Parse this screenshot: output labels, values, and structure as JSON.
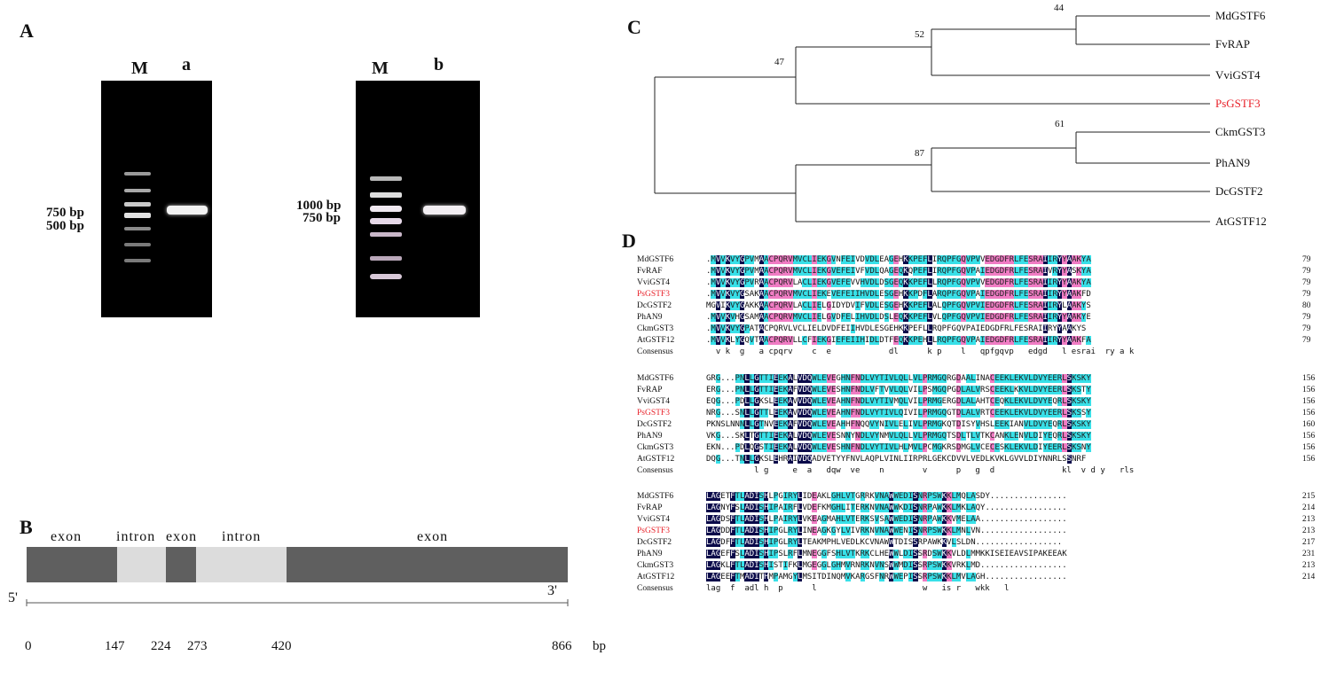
{
  "colors": {
    "highlight_seq": "#e8222a",
    "identity_dark": "#0a0a4a",
    "similar_pink": "#f07cc4",
    "similar_cyan": "#38e0e8",
    "exon": "#5f5f5f",
    "intron": "#dcdcdc"
  },
  "panelA": {
    "label": "A",
    "gel1": {
      "marker": "M",
      "sample": "a",
      "bands": [
        "750 bp",
        "500 bp"
      ]
    },
    "gel2": {
      "marker": "M",
      "sample": "b",
      "bands": [
        "1000 bp",
        "750 bp"
      ]
    }
  },
  "panelB": {
    "label": "B",
    "segments": [
      {
        "type": "exon",
        "label": "exon",
        "start": 0,
        "end": 147
      },
      {
        "type": "intron",
        "label": "intron",
        "start": 147,
        "end": 224
      },
      {
        "type": "exon",
        "label": "exon",
        "start": 224,
        "end": 273
      },
      {
        "type": "intron",
        "label": "intron",
        "start": 273,
        "end": 420
      },
      {
        "type": "exon",
        "label": "exon",
        "start": 420,
        "end": 866
      }
    ],
    "five_prime": "5'",
    "three_prime": "3'",
    "ticks": [
      "0",
      "147",
      "224",
      "273",
      "420",
      "866"
    ],
    "unit": "bp"
  },
  "panelC": {
    "label": "C",
    "leaves": [
      "MdGSTF6",
      "FvRAP",
      "VviGST4",
      "PsGSTF3",
      "CkmGST3",
      "PhAN9",
      "DcGSTF2",
      "AtGSTF12"
    ],
    "bootstrap": [
      "44",
      "52",
      "47",
      "61",
      "87"
    ]
  },
  "panelD": {
    "label": "D",
    "consensus_label": "Consensus",
    "blocks": [
      {
        "names": [
          "MdGSTF6",
          "FvRAF",
          "VviGST4",
          "PsGSTF3",
          "DcGSTF2",
          "PhAN9",
          "CkmGST3",
          "AtGSTF12"
        ],
        "seqs": [
          ".MVVKVYGPVMAACPQRVMVCLIEKGVNFEIVDVDLEAGEHKKPEFLIRQPFGQVPVVEDGDFRLFESRAIIRYYAAKYA",
          ".MVVKVYGPVMAACPQRVMVCLIEKGVEFEIVFVDLQAGEQKQPEFLIRQPFGQVPAIEDGDFRLFESRAIVRYYASKYA",
          ".MVVKVYGPVRAACPQRVLACLIEKGVEFEVVHVDLDSGEQKKPEFLLRQPFGQVPVVEDGDFRLFESRAIIRYYAAKYA",
          ".MVVKVYGSAKAACPQRVMVCLIEKEVEFEIIHVDLESGEHKKPDFLARQPFGQVPAIEDGDFRLFESRAIIRYYAAKFD",
          "MGVIKVYGAKKAACPQRVLACLIELGIDYDVIFVDLESGEHKKPEFLALQPFGQVPVIEDGDFRLFESRAIIRYLAAKYS",
          ".MVVKVHGSAMAACPQRVMVCLIELGVDFELIHVDLDSLEQKKPEFLVLQPFGQVPVIEDGDFRLFESRAIIRYYAAKYE",
          ".MVVKVYGPATACPQRVLVCLIELDVDFEIIHVDLESGEHKKPEFLLRQPFGQVPAIEDGDFRLFESRAIIRYYAAKYS",
          ".MVVKLYGQVTAACPQRVLLCFIEKGIEFEIIHIDLDTFEQKKPEHLLRQPFGQVPAIEDGDFRLFESRAIIRYYAAKFA"
        ],
        "nums": [
          "79",
          "79",
          "79",
          "79",
          "80",
          "79",
          "79",
          "79"
        ],
        "consensus": "  v k  g   a cpqrv    c  e            dl      k p    l   qpfgqvp   edgd   l esrai  ry a k "
      },
      {
        "names": [
          "MdGSTF6",
          "FvRAP",
          "VviGST4",
          "PsGSTF3",
          "DcGSTF2",
          "PhAN9",
          "CkmGST3",
          "AtGSTF12"
        ],
        "seqs": [
          "GRG...PNLLGTTIEEKALVDQWLEVEGHNFNDLVYTIVLQLLVLPRMGQRGDAALINACEEKLEKVLDVYEERLSKSKY",
          "ERG...PNLLGTTIEEKAFVDQWLEVESHNFNDLVFTVVLQLVILPSMGQPGDLALVRSCEEKLKKVLDVYEERLSKSTY",
          "EQG...PDLLGKSLEEKAVVDQWLEVEAHNFNDLVYTIVMQLVILPRMGERGDLALAHTCEQKLEKVLDVYEQRLSKSKY",
          "NRG...SNLLGTTLEEKAVVDQWLEVEAHNFNDLVYTIVLQIVILPRMGQGTDLALVRTCEEKLEKVLDVYEERLSKSSY",
          "PKNSLNNNLLGTNVEEKAFVDQWLEVEAHHFNQQVYNIVLELIVLPRMGKQTDISYVHSLEEKIANVLDVYEQRLSKSKY",
          "VKG...SKLTGTTIEEKALVDQWLEVESNNYNDLVYNMVLQLLVLPRMGQTSDLTLVTKCANKLENVLDIYEQRLSKSKY",
          "EKN...PDLQGSTIEEKALVDQWLEVESHNFNDLVYTIVLHLMVLPCMGKRSDMGLVCECESKLEKVLDIYEERLSKSNY",
          "DQG...TNLLGKSLEHRAIVDQADVETYYFNVLAQPLVINLIIRPRLGEKCDVVLVEDLKVKLGVVLDIYNNRLSSNRF"
        ],
        "nums": [
          "156",
          "156",
          "156",
          "156",
          "160",
          "156",
          "156",
          "156"
        ],
        "consensus": "          l g     e  a   dqw  ve    n        v      p   g  d              kl  v d y   rls    "
      },
      {
        "names": [
          "MdGSTF6",
          "FvRAP",
          "VviGST4",
          "PsGSTF3",
          "DcGSTF2",
          "PhAN9",
          "CkmGST3",
          "AtGSTF12"
        ],
        "seqs": [
          "LAGETFTLADISHLPGIRYLIDEAKLGHLVTGRRKVNAWWEDISNRPSWKKLMQLASDY................",
          "LAGNYFSLADISHIPAIRFLVDEFKMGHLITERKNVNAWWKDISNRPAWKKLMKLAQY.................",
          "LAGDSFTLADISHLPAIRYLVKEAGMAHLVTERKSVSAWWEDISNRPAWKKVMELAA..................",
          "LAGDDFTLADISHIPGLRYLINEAGKGYLVIVRKNVNAWWENISNRPSWKKLMNLVN..................",
          "LAGDFFTLADISHIPGLRYLTEAKMPHLVEDLKCVNAWWTDISSRPAWKKVLSLDN..................",
          "LAGEFFSLADISHIPSLRFLMNEGGFSHLVTKRKCLHEWWLDISSRDSWKKVLDLMMKKISEIEAVSIPAKEEAK",
          "LAGKLFTLADISHISTIFKLMGEGGLGHMVRNRKNVNSWWMDISSRPSWKKVRKLMD..................",
          "LAGEEFTMADITHMPAMGYLMSITDINQMVKARGSFNRWWEPISSRPSWKKLMVLAGH................."
        ],
        "nums": [
          "215",
          "214",
          "213",
          "213",
          "217",
          "231",
          "213",
          "214"
        ],
        "consensus": "lag  f  adl h  p      l                      w   is r   wkk   l               "
      }
    ]
  }
}
